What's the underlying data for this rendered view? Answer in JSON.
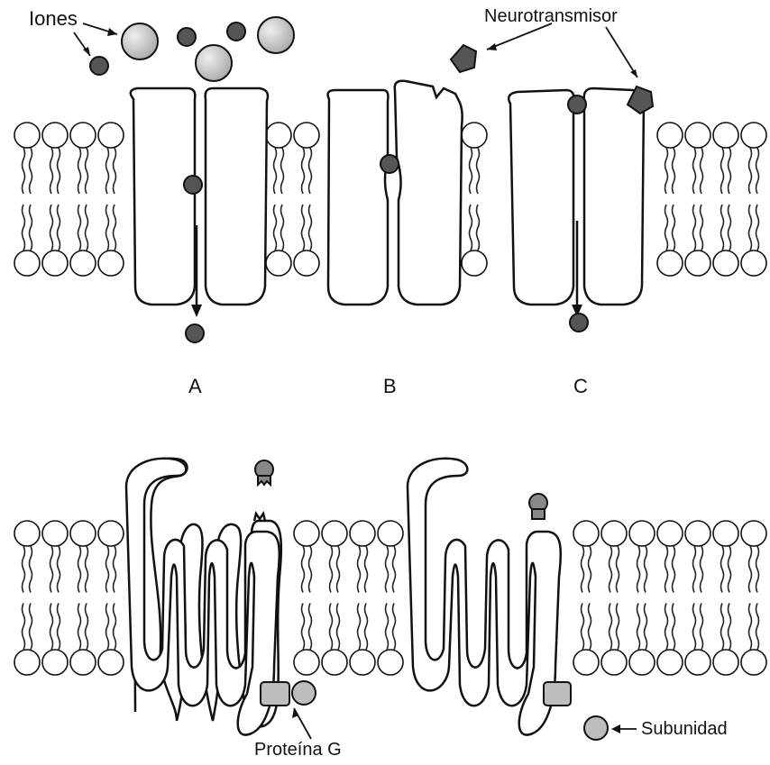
{
  "labels": {
    "ions": "Iones",
    "neurotransmitter": "Neurotransmisor",
    "channel_a": "A",
    "channel_b": "B",
    "channel_c": "C",
    "g_protein": "Proteína G",
    "subunit": "Subunidad"
  },
  "colors": {
    "outline": "#111111",
    "small_ion": "#555555",
    "large_ion": "#c8c8c8",
    "neurotransmitter": "#555555",
    "g_protein": "#bdbdbd",
    "background": "#ffffff"
  }
}
